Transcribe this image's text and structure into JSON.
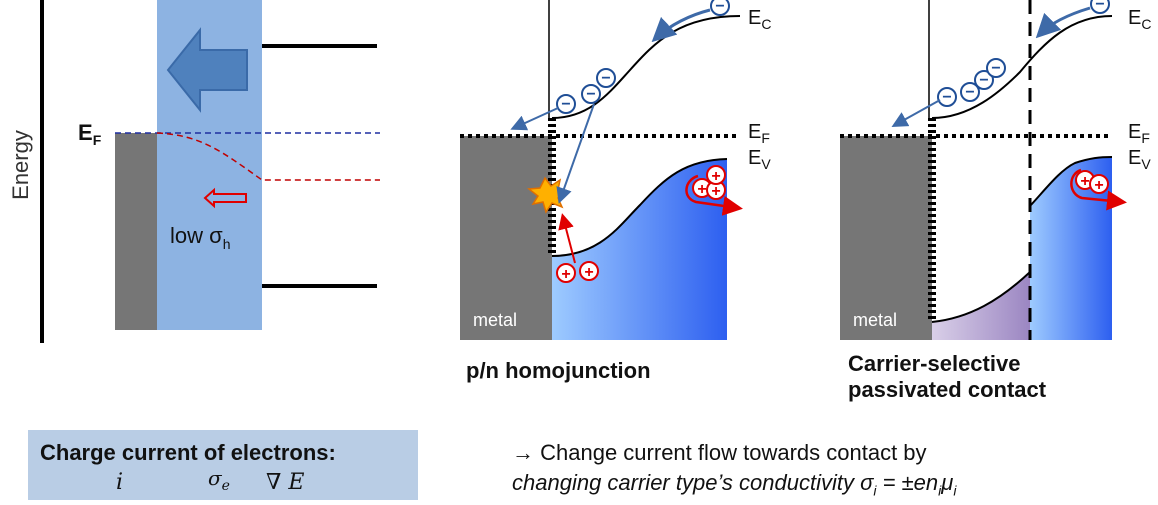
{
  "left_panel": {
    "axis_label": "Energy",
    "fermi_label_main": "E",
    "fermi_label_sub": "F",
    "low_label": "low σ",
    "low_label_sub": "h"
  },
  "middle_panel": {
    "metal_label": "metal",
    "ec_main": "E",
    "ec_sub": "C",
    "ef_main": "E",
    "ef_sub": "F",
    "ev_main": "E",
    "ev_sub": "V",
    "electron_symbol": "−",
    "hole_symbol": "+",
    "caption": "p/n homojunction"
  },
  "right_panel": {
    "metal_label": "metal",
    "ec_main": "E",
    "ec_sub": "C",
    "ef_main": "E",
    "ef_sub": "F",
    "ev_main": "E",
    "ev_sub": "V",
    "caption_line1": "Carrier-selective",
    "caption_line2": "passivated contact"
  },
  "formula_box": {
    "title": "Charge current of electrons:",
    "numerator": "σ",
    "numerator_sub": "e",
    "partial": "i",
    "tail": "∇ E"
  },
  "note": {
    "arrow": "→",
    "line1": "Change current flow towards contact by",
    "line2": "changing carrier type’s conductivity σ",
    "line2_sub": "i",
    "line2_eq": " = ±en",
    "line2_sub2": "i",
    "line2_mu": "μ",
    "line2_sub3": "i"
  },
  "colors": {
    "metal": "#767676",
    "blue_layer": "#8db3e2",
    "arrow_blue": "#4f81bd",
    "electron_blue": "#1f4e96",
    "hole_red": "#e00000",
    "fermi_blue": "#1f2fa0",
    "quasi_red": "#c00000"
  }
}
